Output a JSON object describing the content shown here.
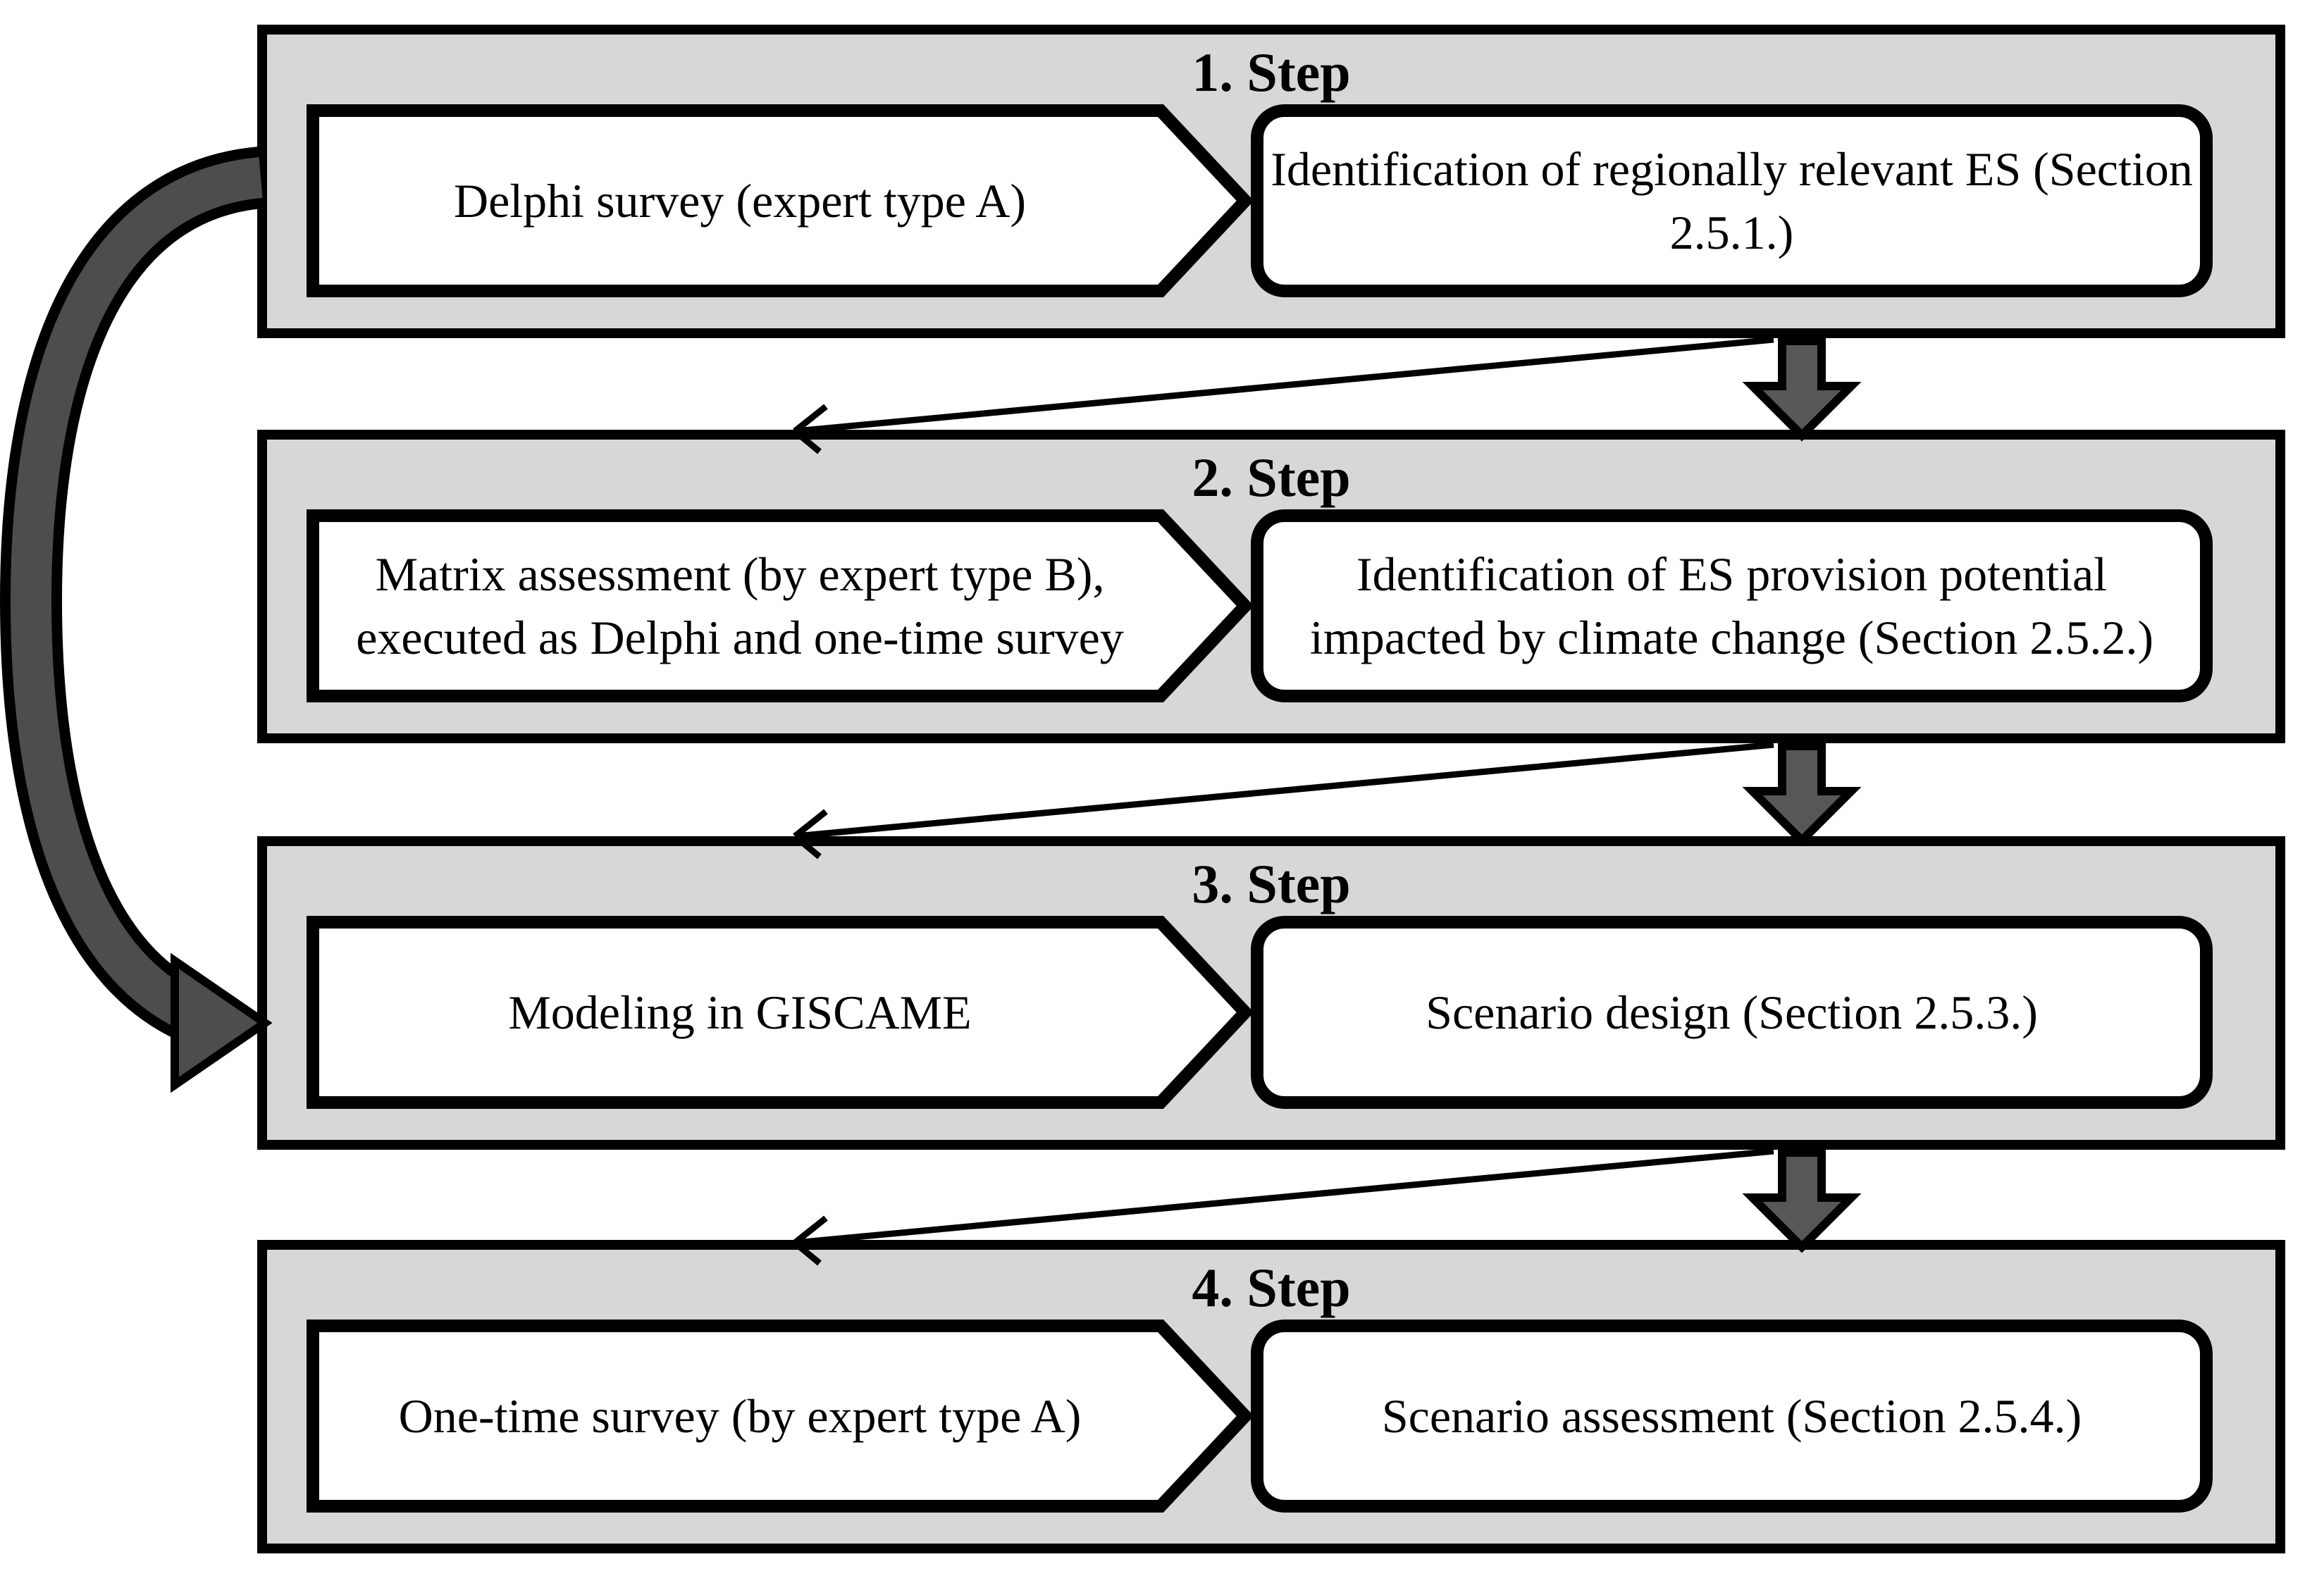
{
  "figure": {
    "steps": [
      {
        "title": "1. Step",
        "input_lines": [
          "Delphi survey (expert type A)"
        ],
        "output_lines": [
          "Identification of regionally relevant ES (Section",
          "2.5.1.)"
        ]
      },
      {
        "title": "2. Step",
        "input_lines": [
          "Matrix assessment (by expert type B),",
          "executed as Delphi and one-time survey"
        ],
        "output_lines": [
          "Identification of ES provision potential",
          "impacted by climate change (Section 2.5.2.)"
        ]
      },
      {
        "title": "3. Step",
        "input_lines": [
          "Modeling in GISCAME"
        ],
        "output_lines": [
          "Scenario design (Section 2.5.3.)"
        ]
      },
      {
        "title": "4. Step",
        "input_lines": [
          "One-time survey (by expert type A)"
        ],
        "output_lines": [
          "Scenario assessment (Section 2.5.4.)"
        ]
      }
    ],
    "colors": {
      "panel_fill": "#d7d7d7",
      "shape_fill": "#ffffff",
      "outline": "#000000",
      "block_arrow_fill": "#575757",
      "loop_arrow_fill": "#4d4d4d"
    }
  }
}
